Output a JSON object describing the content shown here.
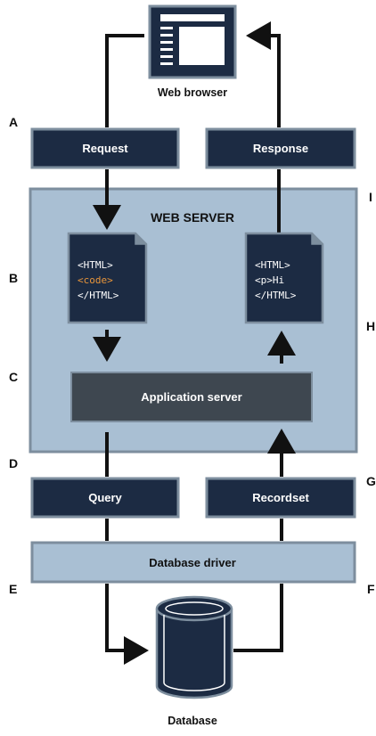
{
  "diagram": {
    "browser_caption": "Web browser",
    "request_label": "Request",
    "response_label": "Response",
    "web_server_label": "WEB SERVER",
    "page_left_lines": [
      "<HTML>",
      "<code>",
      "</HTML>"
    ],
    "page_right_lines": [
      "<HTML>",
      "<p>Hi",
      "</HTML>"
    ],
    "app_server_label": "Application server",
    "query_label": "Query",
    "recordset_label": "Recordset",
    "database_driver_label": "Database driver",
    "database_caption": "Database",
    "markers": {
      "a": "A",
      "b": "B",
      "c": "C",
      "d": "D",
      "e": "E",
      "f": "F",
      "g": "G",
      "h": "H",
      "i": "I"
    },
    "colors": {
      "dark": "#1c2b43",
      "server_bg": "#a9bfd3",
      "app_server": "#3e4750",
      "code_highlight": "#e8953a"
    }
  }
}
